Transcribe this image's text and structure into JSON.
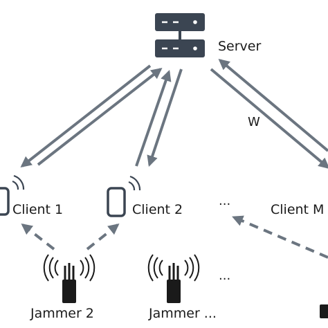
{
  "colors": {
    "arrow": "#6b7580",
    "ink": "#1a1a1a",
    "server_body": "#3b4552"
  },
  "labels": {
    "server": "Server",
    "w": "W",
    "client_1": "Client 1",
    "client_2": "Client 2",
    "client_m": "Client M",
    "jammer_2": "Jammer 2",
    "jammer_n": "Jammer ...",
    "ellipsis_clients": "...",
    "ellipsis_jammers": "..."
  },
  "icons": {
    "server": "server-rack-icon",
    "client": "smartphone-wifi-icon",
    "jammer": "radio-tower-jammer-icon"
  }
}
